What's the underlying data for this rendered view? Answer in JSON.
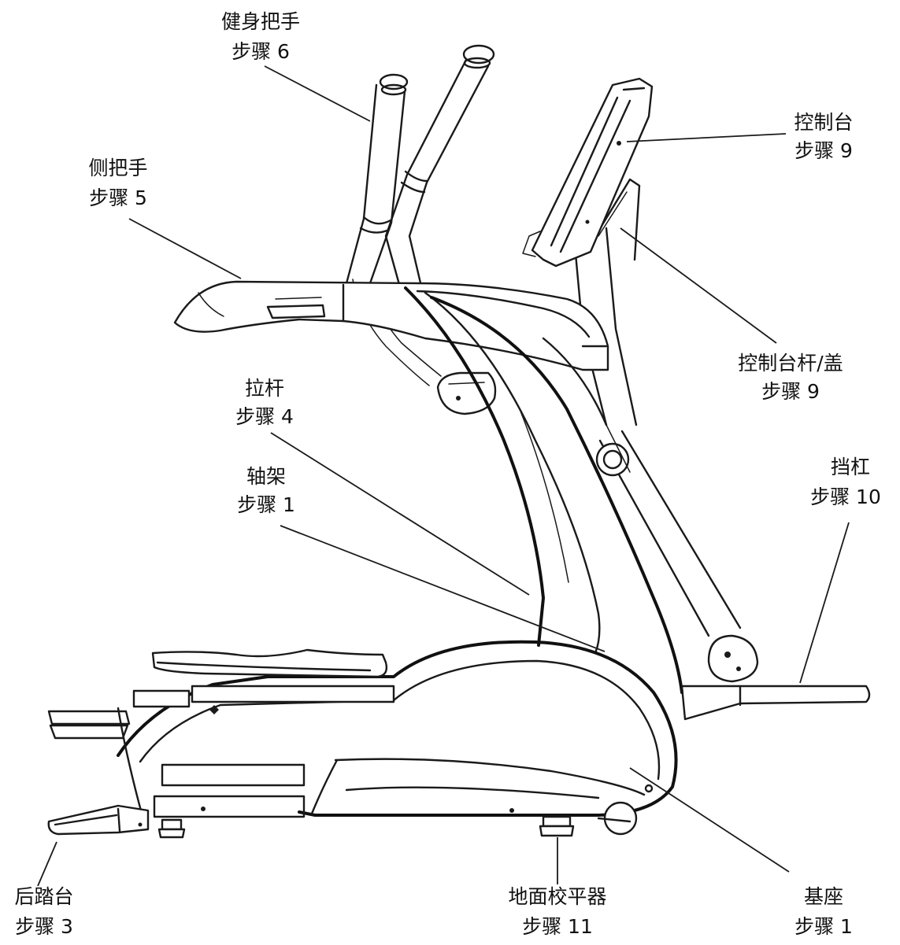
{
  "callouts": {
    "fitness_handle": {
      "name": "健身把手",
      "step": "步骤 6"
    },
    "side_handle": {
      "name": "侧把手",
      "step": "步骤 5"
    },
    "console": {
      "name": "控制台",
      "step": "步骤 9"
    },
    "console_mast": {
      "name": "控制台杆/盖",
      "step": "步骤 9"
    },
    "pull_rod": {
      "name": "拉杆",
      "step": "步骤 4"
    },
    "axle_frame": {
      "name": "轴架",
      "step": "步骤 1"
    },
    "stop_bar": {
      "name": "挡杠",
      "step": "步骤 10"
    },
    "rear_platform": {
      "name": "后踏台",
      "step": "步骤 3"
    },
    "floor_leveler": {
      "name": "地面校平器",
      "step": "步骤 11"
    },
    "base": {
      "name": "基座",
      "step": "步骤 1"
    }
  }
}
